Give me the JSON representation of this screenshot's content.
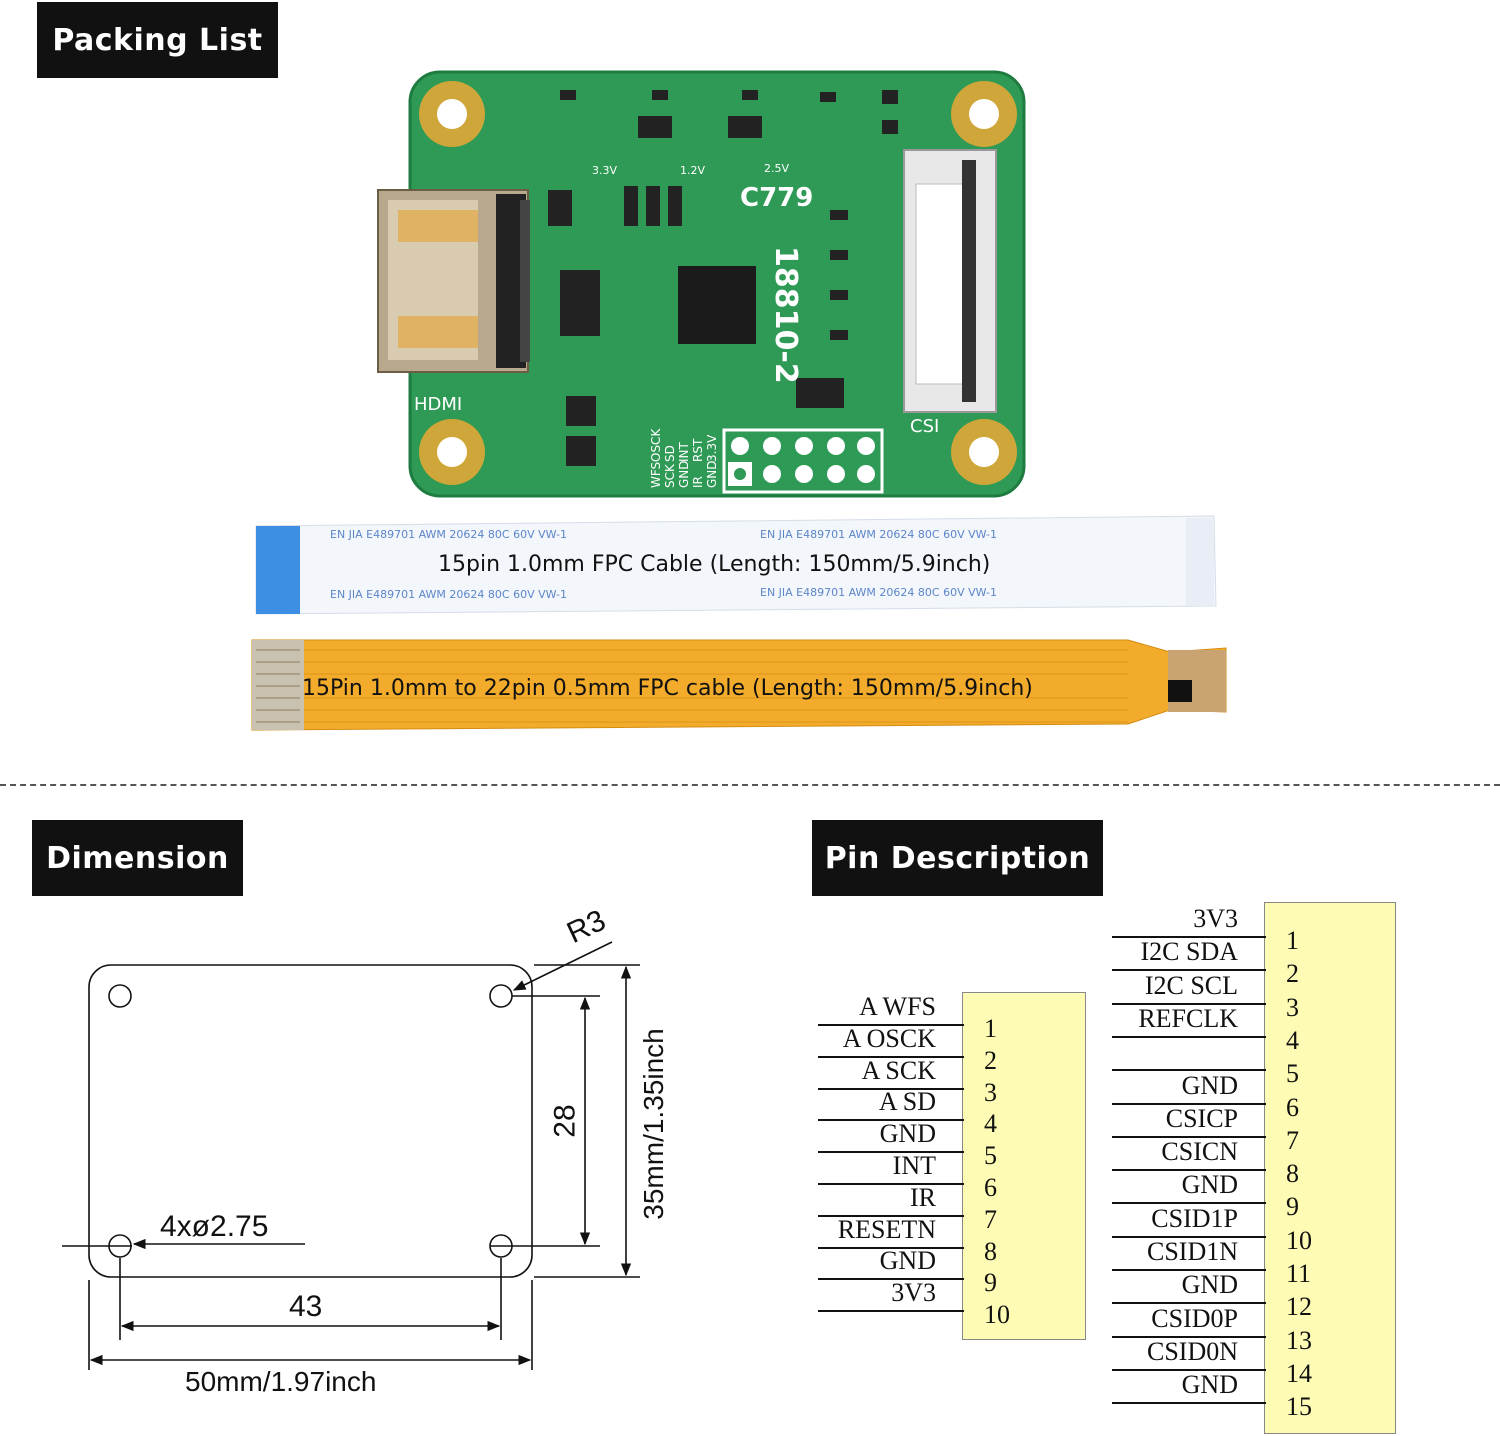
{
  "sections": {
    "packing_list": "Packing List",
    "dimension": "Dimension",
    "pin_description": "Pin Description"
  },
  "board": {
    "chip_label": "C779",
    "board_code": "18810-2",
    "hdmi_label": "HDMI",
    "csi_label": "CSI",
    "header_labels": [
      "WFS",
      "OSCK",
      "SCK",
      "SD",
      "GND",
      "INT",
      "IR",
      "RST",
      "GND",
      "3.3V"
    ],
    "rail_labels": [
      "3.3V",
      "1.2V",
      "2.5V"
    ]
  },
  "cables": {
    "white_cable": "15pin 1.0mm FPC Cable (Length: 150mm/5.9inch)",
    "white_cable_print": "EN JIA E489701  AWM  20624  80C  60V  VW-1",
    "yellow_cable": "15Pin 1.0mm to 22pin 0.5mm FPC cable (Length: 150mm/5.9inch)"
  },
  "dimension": {
    "radius": "R3",
    "hole_spacing_v": "28",
    "height": "35mm/1.35inch",
    "holes": "4xø2.75",
    "hole_spacing_h": "43",
    "width": "50mm/1.97inch"
  },
  "pins_left": [
    {
      "name": "A  WFS",
      "num": "1"
    },
    {
      "name": "A  OSCK",
      "num": "2"
    },
    {
      "name": "A  SCK",
      "num": "3"
    },
    {
      "name": "A  SD",
      "num": "4"
    },
    {
      "name": "GND",
      "num": "5"
    },
    {
      "name": "INT",
      "num": "6"
    },
    {
      "name": "IR",
      "num": "7"
    },
    {
      "name": "RESETN",
      "num": "8"
    },
    {
      "name": "GND",
      "num": "9"
    },
    {
      "name": "3V3",
      "num": "10"
    }
  ],
  "pins_right": [
    {
      "name": "3V3",
      "num": "1"
    },
    {
      "name": "I2C  SDA",
      "num": "2"
    },
    {
      "name": "I2C  SCL",
      "num": "3"
    },
    {
      "name": "REFCLK",
      "num": "4"
    },
    {
      "name": "",
      "num": "5"
    },
    {
      "name": "GND",
      "num": "6"
    },
    {
      "name": "CSICP",
      "num": "7"
    },
    {
      "name": "CSICN",
      "num": "8"
    },
    {
      "name": "GND",
      "num": "9"
    },
    {
      "name": "CSID1P",
      "num": "10"
    },
    {
      "name": "CSID1N",
      "num": "11"
    },
    {
      "name": "GND",
      "num": "12"
    },
    {
      "name": "CSID0P",
      "num": "13"
    },
    {
      "name": "CSID0N",
      "num": "14"
    },
    {
      "name": "GND",
      "num": "15"
    }
  ],
  "colors": {
    "pcb": "#2e9a55",
    "gold": "#cfa63a",
    "pin_box": "#fdfbb4",
    "yellow_cable": "#f2ab2a",
    "white_cable": "#f3f6fb",
    "cable_blue": "#3d8fe3"
  }
}
